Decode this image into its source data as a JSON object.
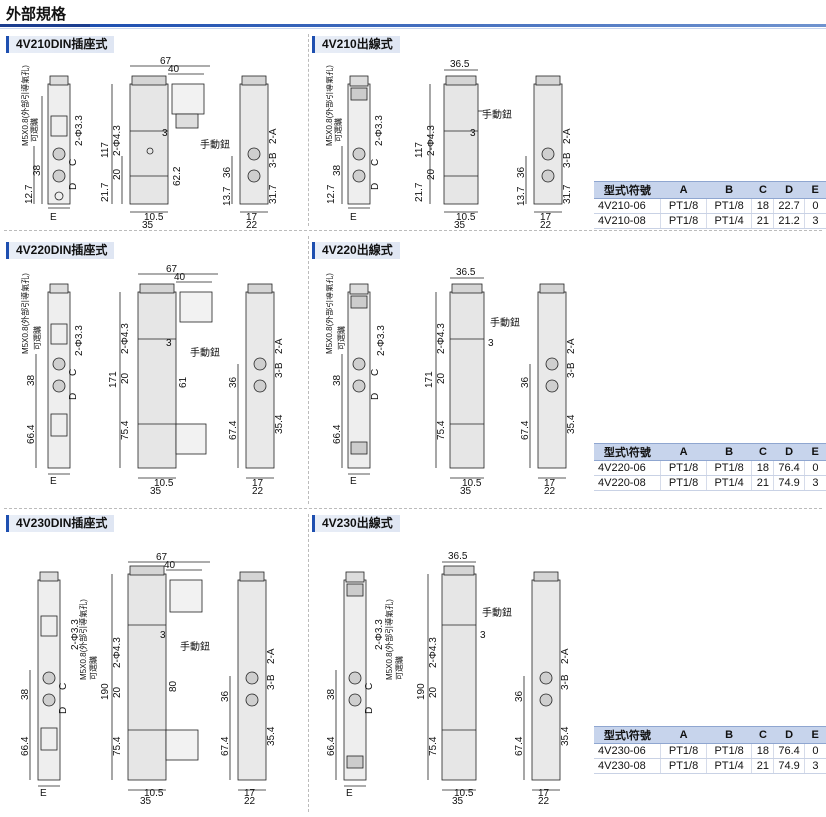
{
  "page": {
    "title": "外部規格"
  },
  "sections": [
    {
      "label": "4V210DIN插座式",
      "dims": {
        "w1": "67",
        "w2": "40",
        "h_total": "117",
        "h1": "21.7",
        "h2": "20",
        "h3": "62.2",
        "h4": "38",
        "h5": "12.7",
        "b1": "10.5",
        "b2": "35",
        "r1": "36",
        "r2": "13.7",
        "r3": "31.7",
        "r4": "17",
        "r5": "22",
        "port1": "2-Φ4.3",
        "port2": "2-Φ3.3",
        "port3": "3-B",
        "port4": "2-A",
        "manual": "手動鈕",
        "thread": "M5X0.8(外部引導氣孔)",
        "silencer": "可選購",
        "c": "C",
        "d": "D",
        "e": "E",
        "n3": "3"
      }
    },
    {
      "label": "4V210出線式",
      "dims": {
        "w1": "36.5",
        "h_total": "117",
        "h1": "21.7",
        "h2": "20",
        "h4": "38",
        "h5": "12.7",
        "b1": "10.5",
        "b2": "35",
        "r1": "36",
        "r2": "13.7",
        "r3": "31.7",
        "r4": "17",
        "r5": "22",
        "port1": "2-Φ4.3",
        "port2": "2-Φ3.3",
        "port3": "3-B",
        "port4": "2-A",
        "manual": "手動鈕",
        "thread": "M5X0.8(外部引導氣孔)",
        "silencer": "可選購",
        "c": "C",
        "d": "D",
        "e": "E",
        "n3": "3"
      }
    },
    {
      "label": "4V220DIN插座式",
      "dims": {
        "w1": "67",
        "w2": "40",
        "h_total": "171",
        "h1": "75.4",
        "h2": "20",
        "h3": "61",
        "h4": "38",
        "h5": "66.4",
        "b1": "10.5",
        "b2": "35",
        "r1": "36",
        "r2": "67.4",
        "r3": "35.4",
        "r4": "17",
        "r5": "22",
        "port1": "2-Φ4.3",
        "port2": "2-Φ3.3",
        "port3": "3-B",
        "port4": "2-A",
        "manual": "手動鈕",
        "thread": "M5X0.8(外部引導氣孔)",
        "silencer": "可選購",
        "c": "C",
        "d": "D",
        "e": "E",
        "n3": "3"
      }
    },
    {
      "label": "4V220出線式",
      "dims": {
        "w1": "36.5",
        "h_total": "171",
        "h1": "75.4",
        "h2": "20",
        "h4": "38",
        "h5": "66.4",
        "b1": "10.5",
        "b2": "35",
        "r1": "36",
        "r2": "67.4",
        "r3": "35.4",
        "r4": "17",
        "r5": "22",
        "port1": "2-Φ4.3",
        "port2": "2-Φ3.3",
        "port3": "3-B",
        "port4": "2-A",
        "manual": "手動鈕",
        "thread": "M5X0.8(外部引導氣孔)",
        "silencer": "可選購",
        "c": "C",
        "d": "D",
        "e": "E",
        "n3": "3"
      }
    },
    {
      "label": "4V230DIN插座式",
      "dims": {
        "w1": "67",
        "w2": "40",
        "h_total": "190",
        "h1": "75.4",
        "h2": "20",
        "h3": "80",
        "h4": "38",
        "h5": "66.4",
        "b1": "10.5",
        "b2": "35",
        "r1": "36",
        "r2": "67.4",
        "r3": "35.4",
        "r4": "17",
        "r5": "22",
        "port1": "2-Φ4.3",
        "port2": "2-Φ3.3",
        "port3": "3-B",
        "port4": "2-A",
        "manual": "手動鈕",
        "thread": "M5X0.8(外部引導氣孔)",
        "silencer": "可選購",
        "c": "C",
        "d": "D",
        "e": "E",
        "n3": "3"
      }
    },
    {
      "label": "4V230出線式",
      "dims": {
        "w1": "36.5",
        "h_total": "190",
        "h1": "75.4",
        "h2": "20",
        "h4": "38",
        "h5": "66.4",
        "b1": "10.5",
        "b2": "35",
        "r1": "36",
        "r2": "67.4",
        "r3": "35.4",
        "r4": "17",
        "r5": "22",
        "port1": "2-Φ4.3",
        "port2": "2-Φ3.3",
        "port3": "3-B",
        "port4": "2-A",
        "manual": "手動鈕",
        "thread": "M5X0.8(外部引導氣孔)",
        "silencer": "可選購",
        "c": "C",
        "d": "D",
        "e": "E",
        "n3": "3"
      }
    }
  ],
  "tables": [
    {
      "headers": [
        "型式\\符號",
        "A",
        "B",
        "C",
        "D",
        "E"
      ],
      "rows": [
        [
          "4V210-06",
          "PT1/8",
          "PT1/8",
          "18",
          "22.7",
          "0"
        ],
        [
          "4V210-08",
          "PT1/8",
          "PT1/4",
          "21",
          "21.2",
          "3"
        ]
      ]
    },
    {
      "headers": [
        "型式\\符號",
        "A",
        "B",
        "C",
        "D",
        "E"
      ],
      "rows": [
        [
          "4V220-06",
          "PT1/8",
          "PT1/8",
          "18",
          "76.4",
          "0"
        ],
        [
          "4V220-08",
          "PT1/8",
          "PT1/4",
          "21",
          "74.9",
          "3"
        ]
      ]
    },
    {
      "headers": [
        "型式\\符號",
        "A",
        "B",
        "C",
        "D",
        "E"
      ],
      "rows": [
        [
          "4V230-06",
          "PT1/8",
          "PT1/8",
          "18",
          "76.4",
          "0"
        ],
        [
          "4V230-08",
          "PT1/8",
          "PT1/4",
          "21",
          "74.9",
          "3"
        ]
      ]
    }
  ]
}
